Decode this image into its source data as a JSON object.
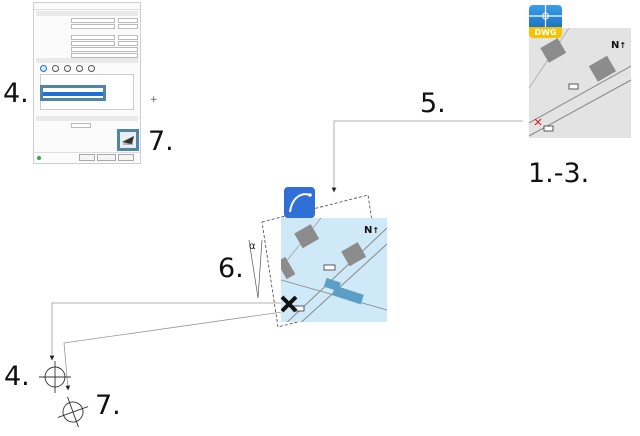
{
  "labels": {
    "step_4_top": "4.",
    "step_7_top": "7.",
    "step_5": "5.",
    "step_1_3": "1.-3.",
    "step_6": "6.",
    "step_4_bottom": "4.",
    "step_7_bottom": "7."
  },
  "dwg_badge": {
    "text": "DWG",
    "colors": {
      "top": "#2a86d6",
      "bottom": "#f5c400"
    }
  },
  "north_label": "N",
  "angle_symbol": "α",
  "colors": {
    "site_map_bg": "#cfe9f8",
    "dwg_map_bg": "#e3e3e3",
    "building": "#8c8c8c",
    "blue_building": "#5b9fc6",
    "highlight_frame": "#4f86a6",
    "blue_logo": "#2f6fd6"
  },
  "icons": [
    "dwg-file-icon",
    "curve-tool-icon",
    "marker-x-icon",
    "crosshair-icon",
    "north-arrow-icon"
  ]
}
